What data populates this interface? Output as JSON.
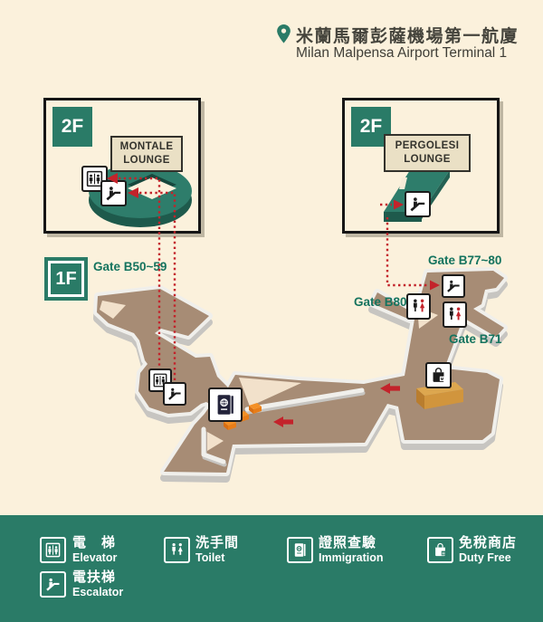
{
  "header": {
    "title_zh": "米蘭馬爾彭薩機場第一航廈",
    "title_en": "Milan Malpensa Airport Terminal 1"
  },
  "insets": {
    "left": {
      "floor_label": "2F",
      "lounge_line1": "MONTALE",
      "lounge_line2": "LOUNGE"
    },
    "right": {
      "floor_label": "2F",
      "lounge_line1": "PERGOLESI",
      "lounge_line2": "LOUNGE"
    }
  },
  "floor_badge": {
    "label": "1F"
  },
  "gates": {
    "b50_59": "Gate B50~59",
    "b77_80": "Gate B77~80",
    "b80": "Gate B80",
    "b71": "Gate B71"
  },
  "legend": {
    "items": [
      {
        "icon": "elevator-icon",
        "zh": "電　梯",
        "en": "Elevator"
      },
      {
        "icon": "escalator-icon",
        "zh": "電扶梯",
        "en": "Escalator"
      },
      {
        "icon": "toilet-icon",
        "zh": "洗手間",
        "en": "Toilet"
      },
      {
        "icon": "immigration-icon",
        "zh": "證照查驗",
        "en": "Immigration"
      },
      {
        "icon": "duty-free-icon",
        "zh": "免稅商店",
        "en": "Duty Free"
      }
    ]
  },
  "colors": {
    "background": "#FBF1DC",
    "teal": "#2A7B67",
    "teal_dark": "#1E5A4C",
    "floor_brown": "#A78C75",
    "floor_light": "#F2E1CB",
    "wall_white": "#F0EFEB",
    "wall_shadow": "#C7C5C1",
    "route_red": "#C3232B",
    "desk_orange": "#EE8722",
    "gate_text": "#14735E",
    "lounge_label_bg": "#EAE0C5"
  }
}
